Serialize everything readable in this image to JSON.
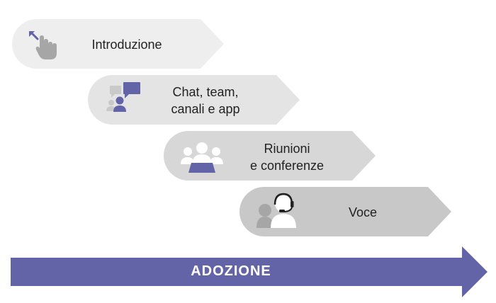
{
  "colors": {
    "accent": "#6264A7",
    "step1_fill": "#EEEEEE",
    "step2_fill": "#E4E4E4",
    "step3_fill": "#D7D7D7",
    "step4_fill": "#C8C8C8",
    "icon_gray": "#A6A6A6",
    "icon_light": "#C9C9C9"
  },
  "steps": [
    {
      "label": "Introduzione",
      "icon": "hand-pointer-icon"
    },
    {
      "label": "Chat, team,\ncanali e app",
      "icon": "chat-icon"
    },
    {
      "label": "Riunioni\ne conferenze",
      "icon": "meeting-icon"
    },
    {
      "label": "Voce",
      "icon": "headset-icon"
    }
  ],
  "adoption_arrow": {
    "label": "ADOZIONE"
  }
}
